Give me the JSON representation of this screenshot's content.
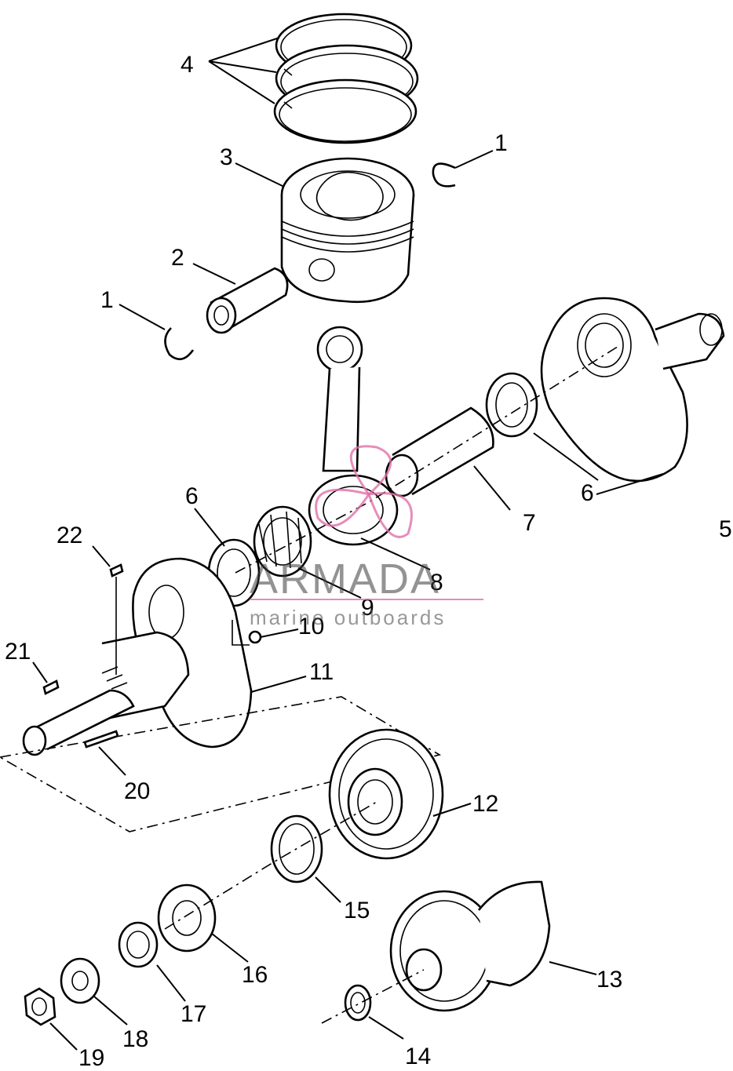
{
  "callouts": {
    "c1a": "1",
    "c1b": "1",
    "c2": "2",
    "c3": "3",
    "c4": "4",
    "c5": "5",
    "c6a": "6",
    "c6b": "6",
    "c7": "7",
    "c8": "8",
    "c9": "9",
    "c10": "10",
    "c11": "11",
    "c12": "12",
    "c13": "13",
    "c14": "14",
    "c15": "15",
    "c16": "16",
    "c17": "17",
    "c18": "18",
    "c19": "19",
    "c20": "20",
    "c21": "21",
    "c22": "22"
  },
  "watermark": {
    "brand": "ARMADA",
    "tagline": "marine outboards",
    "accent_color": "#e070a8"
  }
}
